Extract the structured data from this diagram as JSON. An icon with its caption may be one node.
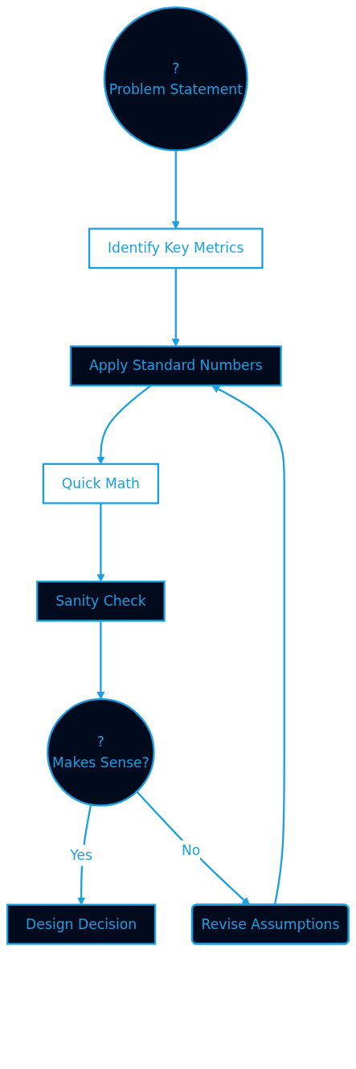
{
  "diagram": {
    "nodes": [
      {
        "text": [
          "?",
          "Problem Statement"
        ]
      },
      {
        "text": [
          "Identify Key Metrics"
        ]
      },
      {
        "text": [
          "Apply Standard Numbers"
        ]
      },
      {
        "text": [
          "Quick Math"
        ]
      },
      {
        "text": [
          "Sanity Check"
        ]
      },
      {
        "text": [
          "?",
          "Makes Sense?"
        ]
      },
      {
        "text": [
          "Design Decision"
        ]
      },
      {
        "text": [
          "Revise Assumptions"
        ]
      }
    ],
    "edges": [
      {
        "from": 0,
        "to": 1,
        "arrow": "to"
      },
      {
        "from": 1,
        "to": 2,
        "arrow": "to"
      },
      {
        "from": 2,
        "to": 3,
        "arrow": "to"
      },
      {
        "from": 3,
        "to": 4,
        "arrow": "to"
      },
      {
        "from": 4,
        "to": 5,
        "arrow": "to"
      },
      {
        "from": 5,
        "to": 6,
        "label": "Yes",
        "arrow": "to"
      },
      {
        "from": 5,
        "to": 7,
        "label": "No",
        "arrow": "to"
      },
      {
        "from": 7,
        "to": 2,
        "arrow": "to"
      }
    ]
  }
}
